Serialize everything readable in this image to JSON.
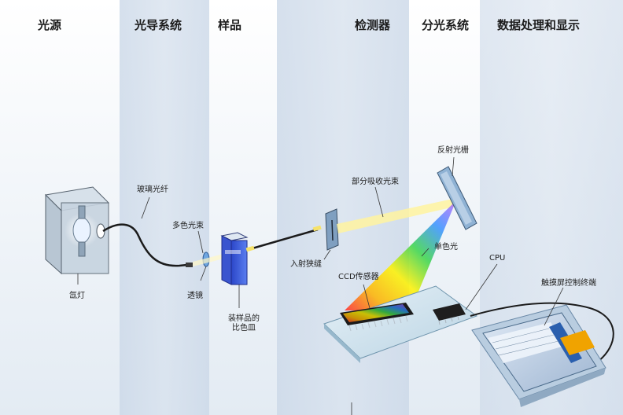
{
  "headers": {
    "light_source": "光源",
    "light_guide": "光导系统",
    "sample": "样品",
    "detector": "检测器",
    "dispersion": "分光系统",
    "processing": "数据处理和显示"
  },
  "labels": {
    "xenon_lamp": "氙灯",
    "glass_fiber": "玻璃光纤",
    "polychromatic_beam": "多色光束",
    "lens": "透镜",
    "cuvette_line1": "装样品的",
    "cuvette_line2": "比色皿",
    "entrance_slit": "入射狭缝",
    "partially_absorbed_beam": "部分吸收光束",
    "reflective_grating": "反射光栅",
    "monochromatic_light": "单色光",
    "ccd_sensor": "CCD传感器",
    "cpu": "CPU",
    "touchscreen_terminal": "触摸屏控制终端"
  },
  "colors": {
    "background": "#eef3f8",
    "band": "#cfdbe9",
    "beam_yellow": "#fff3a0",
    "board": "#cfe2ee",
    "screen_blue": "#2a5fae"
  }
}
